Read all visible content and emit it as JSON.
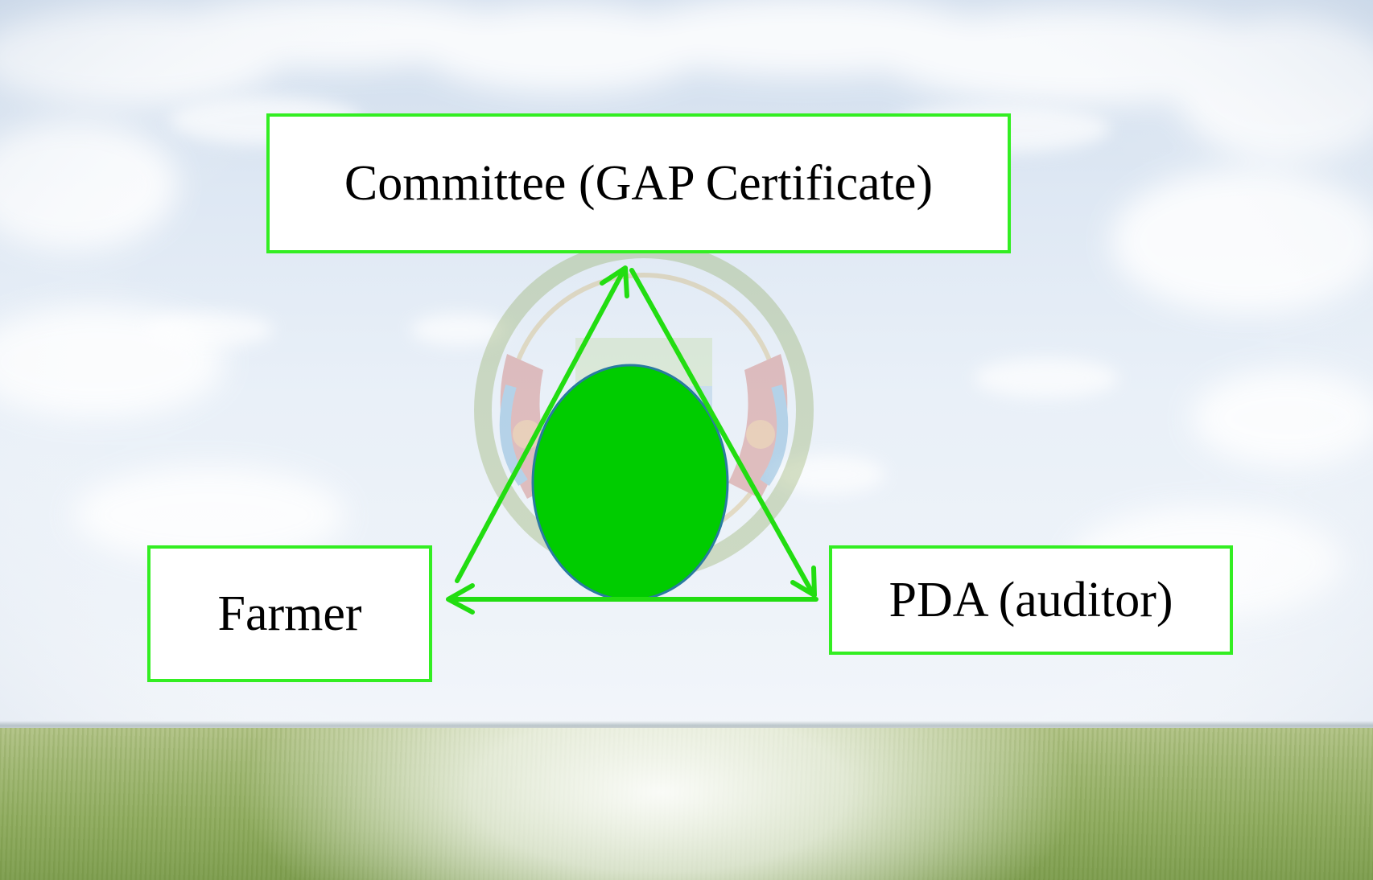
{
  "nodes": {
    "committee": {
      "label": "Committee (GAP Certificate)"
    },
    "farmer": {
      "label": "Farmer"
    },
    "pda": {
      "label": "PDA (auditor)"
    }
  },
  "edges": [
    {
      "from": "farmer",
      "to": "committee",
      "arrow": "end"
    },
    {
      "from": "committee",
      "to": "pda",
      "arrow": "end"
    },
    {
      "from": "pda",
      "to": "farmer",
      "arrow": "end"
    }
  ],
  "colors": {
    "box_border": "#33ee22",
    "arrow": "#22dd11",
    "center_fill": "#00cc00",
    "center_stroke": "#2a7aa0"
  },
  "background": {
    "scene": "sky-with-clouds-over-rice-field",
    "watermark": "faded-circular-emblem"
  }
}
